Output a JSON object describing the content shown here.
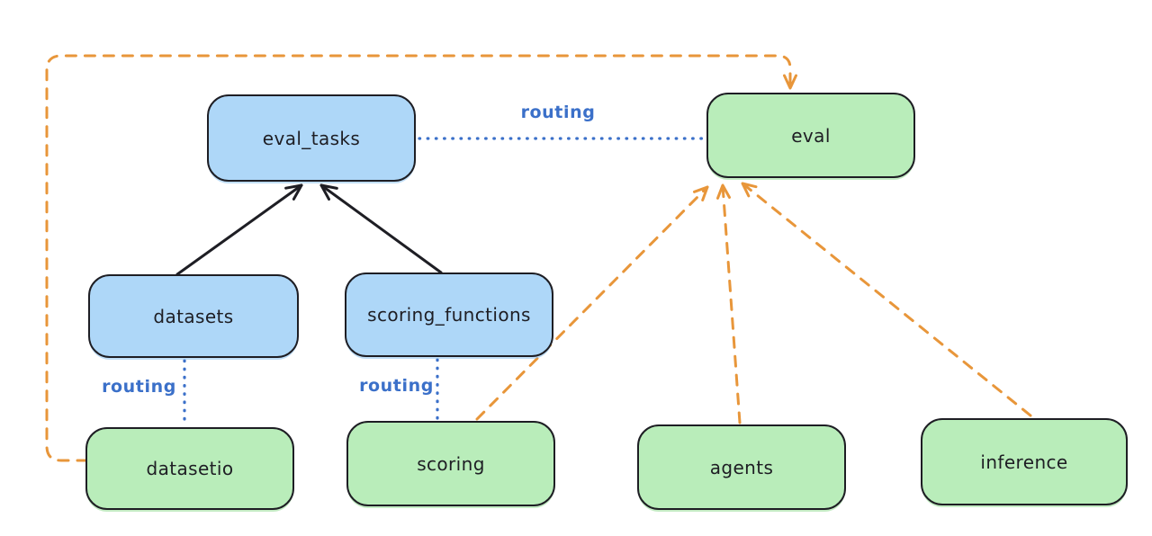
{
  "diagram": {
    "background_color": "#ffffff",
    "colors": {
      "api_node_fill_blue": "#aed7f8",
      "provider_node_fill_green": "#b9edba",
      "node_border": "#1e1e24",
      "routing_blue": "#3b70c9",
      "provider_arrow_orange": "#e8963a",
      "dependency_arrow_black": "#1e1e24"
    },
    "nodes": {
      "eval_tasks": {
        "label": "eval_tasks",
        "color": "blue"
      },
      "eval": {
        "label": "eval",
        "color": "green"
      },
      "datasets": {
        "label": "datasets",
        "color": "blue"
      },
      "scoring_functions": {
        "label": "scoring_functions",
        "color": "blue"
      },
      "datasetio": {
        "label": "datasetio",
        "color": "green"
      },
      "scoring": {
        "label": "scoring",
        "color": "green"
      },
      "agents": {
        "label": "agents",
        "color": "green"
      },
      "inference": {
        "label": "inference",
        "color": "green"
      }
    },
    "edge_labels": {
      "eval_tasks_to_eval": "routing",
      "datasets_to_datasetio": "routing",
      "scoring_functions_to_scoring": "routing"
    },
    "edges": [
      {
        "from": "datasets",
        "to": "eval_tasks",
        "style": "solid-black-arrow"
      },
      {
        "from": "scoring_functions",
        "to": "eval_tasks",
        "style": "solid-black-arrow"
      },
      {
        "from": "eval_tasks",
        "to": "eval",
        "style": "dotted-blue",
        "label": "routing"
      },
      {
        "from": "datasets",
        "to": "datasetio",
        "style": "dotted-blue",
        "label": "routing"
      },
      {
        "from": "scoring_functions",
        "to": "scoring",
        "style": "dotted-blue",
        "label": "routing"
      },
      {
        "from": "datasetio",
        "to": "eval",
        "style": "dashed-orange-arrow"
      },
      {
        "from": "scoring",
        "to": "eval",
        "style": "dashed-orange-arrow"
      },
      {
        "from": "agents",
        "to": "eval",
        "style": "dashed-orange-arrow"
      },
      {
        "from": "inference",
        "to": "eval",
        "style": "dashed-orange-arrow"
      }
    ]
  }
}
